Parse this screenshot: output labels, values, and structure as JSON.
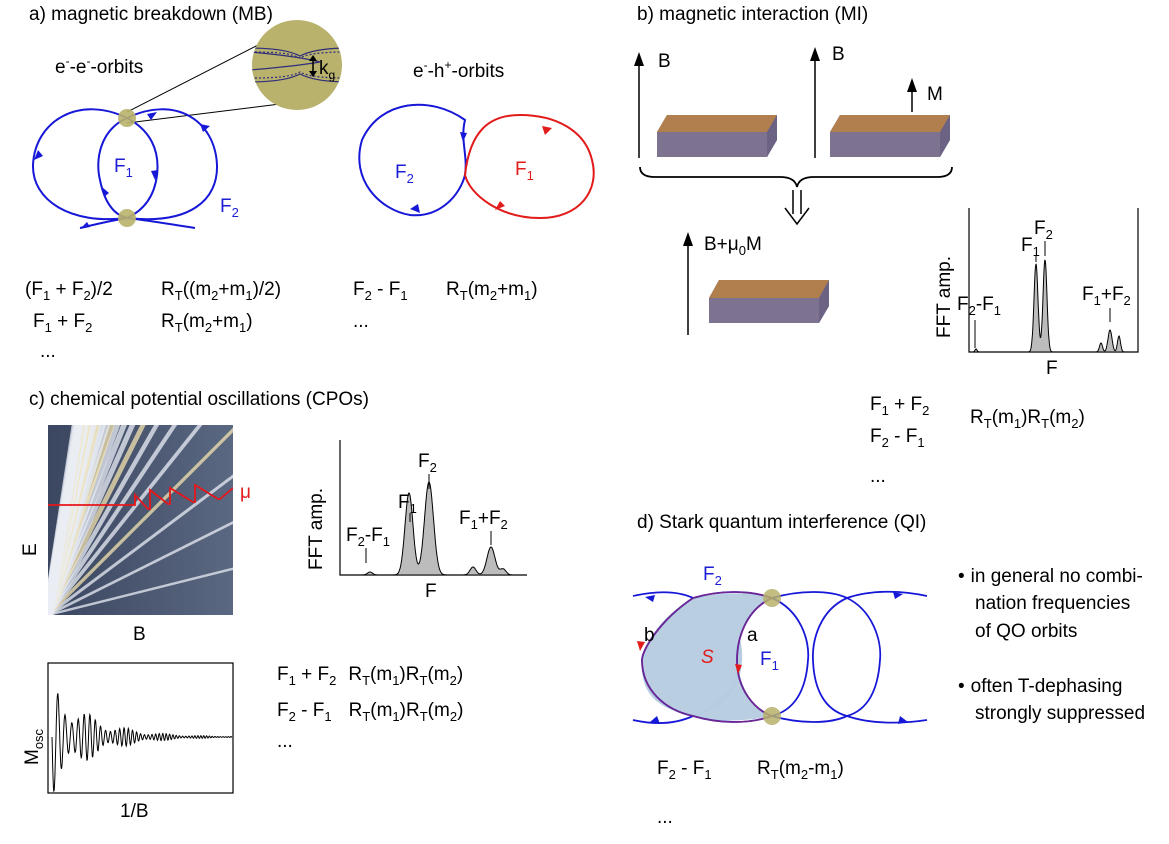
{
  "colors": {
    "blue": "#1717d8",
    "red": "#e21b1b",
    "olive": "#b9b26c",
    "slab_top": "#b17f4e",
    "slab_side": "#7d7391",
    "disk_fill": "#b6cbe0"
  },
  "panel_a": {
    "title": "a) magnetic breakdown (MB)",
    "ee_label": {
      "e1": "e",
      "s1": "-",
      "mid": "-e",
      "s2": "-",
      "tail": "-orbits"
    },
    "eh_label": {
      "e1": "e",
      "s1": "-",
      "mid": "-h",
      "s2": "+",
      "tail": "-orbits"
    },
    "kg": {
      "k": "k",
      "g": "g"
    },
    "orbit_f1": {
      "F": "F",
      "sub": "1"
    },
    "orbit_f2": {
      "F": "F",
      "sub": "2"
    },
    "formulas": {
      "r1": {
        "a": "(F",
        "a1": "1",
        "b": " + F",
        "b1": "2",
        "c": ")/2",
        "rt": "R",
        "rt_sub": "T",
        "rt_arg": "((m",
        "m2": "2",
        "plus": "+m",
        "m1": "1",
        "end": ")/2)"
      },
      "r2": {
        "a": "F",
        "a1": "1",
        "b": " + F",
        "b1": "2",
        "rt": "R",
        "rt_sub": "T",
        "rt_arg": "(m",
        "m2": "2",
        "plus": "+m",
        "m1": "1",
        "end": ")"
      },
      "r3": "...",
      "r4": {
        "a": "F",
        "a1": "2",
        "b": " - F",
        "b1": "1",
        "rt": "R",
        "rt_sub": "T",
        "rt_arg": "(m",
        "m2": "2",
        "plus": "+m",
        "m1": "1",
        "end": ")"
      },
      "r5": "..."
    }
  },
  "panel_b": {
    "title": "b) magnetic interaction (MI)",
    "b_label": "B",
    "m_label": "M",
    "bm_label": {
      "a": "B+",
      "mu": "μ",
      "zero": "0",
      "b": "M"
    },
    "fft": {
      "ylabel": "FFT amp.",
      "xlabel": "F",
      "f1": "F",
      "f1s": "1",
      "f2": "F",
      "f2s": "2",
      "diff": "F",
      "diff_a": "2",
      "diff_b": "-F",
      "diff_c": "1",
      "sum": "F",
      "sum_a": "1",
      "sum_b": "+F",
      "sum_c": "2"
    },
    "formulas": {
      "r1": {
        "a": "F",
        "a1": "1",
        "b": " + F",
        "b1": "2"
      },
      "r2": {
        "a": "F",
        "a1": "2",
        "b": " - F",
        "b1": "1"
      },
      "r3": "...",
      "rt": {
        "r1": "R",
        "t1": "T",
        "m1": "(m",
        "m1s": "1",
        "c1": ")R",
        "t2": "T",
        "m2": "(m",
        "m2s": "2",
        "c2": ")"
      }
    }
  },
  "panel_c": {
    "title": "c) chemical potential oscillations (CPOs)",
    "e_axis": "E",
    "b_axis": "B",
    "mu": "μ",
    "fft": {
      "ylabel": "FFT amp.",
      "xlabel": "F",
      "f1": "F",
      "f1s": "1",
      "f2": "F",
      "f2s": "2",
      "diff": "F",
      "diff_a": "2",
      "diff_b": "-F",
      "diff_c": "1",
      "sum": "F",
      "sum_a": "1",
      "sum_b": "+F",
      "sum_c": "2"
    },
    "mosc": {
      "M": "M",
      "sub": "osc",
      "xlabel": "1/B"
    },
    "formulas": {
      "r1": {
        "a": "F",
        "a1": "1",
        "b": " + F",
        "b1": "2",
        "rt": "R",
        "t1": "T",
        "m1": "(m",
        "m1s": "1",
        "c1": ")R",
        "t2": "T",
        "m2": "(m",
        "m2s": "2",
        "c2": ")"
      },
      "r2": {
        "a": "F",
        "a1": "2",
        "b": " - F",
        "b1": "1",
        "rt": "R",
        "t1": "T",
        "m1": "(m",
        "m1s": "1",
        "c1": ")R",
        "t2": "T",
        "m2": "(m",
        "m2s": "2",
        "c2": ")"
      },
      "r3": "..."
    }
  },
  "panel_d": {
    "title": "d) Stark quantum interference (QI)",
    "f2": {
      "F": "F",
      "sub": "2"
    },
    "f1": {
      "F": "F",
      "sub": "1"
    },
    "a": "a",
    "b": "b",
    "s": "S",
    "bullet1": [
      "in general no combi-",
      "nation frequencies",
      "of QO orbits"
    ],
    "bullet2": [
      "often T-dephasing",
      "strongly suppressed"
    ],
    "bullet": "•",
    "formulas": {
      "r1": {
        "a": "F",
        "a1": "2",
        "b": " - F",
        "b1": "1",
        "rt": "R",
        "t": "T",
        "m": "(m",
        "m2": "2",
        "minus": "-m",
        "m1": "1",
        "end": ")"
      },
      "r2": "..."
    }
  }
}
